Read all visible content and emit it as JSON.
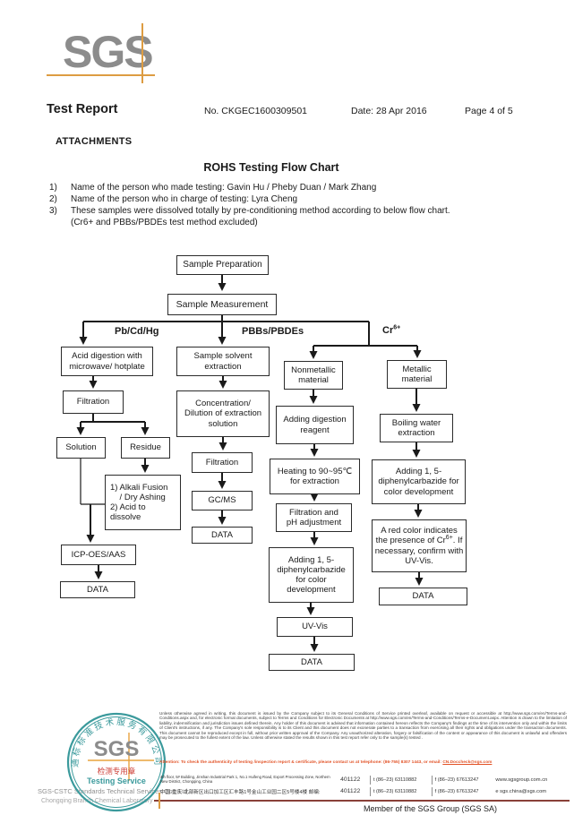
{
  "header": {
    "logo": "SGS",
    "title": "Test Report",
    "report_no": "No. CKGEC1600309501",
    "date": "Date: 28 Apr 2016",
    "page": "Page 4 of 5"
  },
  "attachments": {
    "heading": "ATTACHMENTS",
    "chart_title": "ROHS Testing Flow Chart",
    "notes": [
      {
        "num": "1)",
        "lines": [
          "Name of the person who made testing: Gavin Hu / Pheby Duan / Mark Zhang"
        ]
      },
      {
        "num": "2)",
        "lines": [
          "Name of the person who in charge of testing: Lyra Cheng"
        ]
      },
      {
        "num": "3)",
        "lines": [
          "These samples were dissolved totally by pre-conditioning method according to below flow chart.",
          "(Cr6+ and PBBs/PBDEs test method excluded)"
        ]
      }
    ]
  },
  "flowchart": {
    "branch_labels": {
      "left": "Pb/Cd/Hg",
      "middle": "PBBs/PBDEs",
      "right": "Cr",
      "right_sup": "6+"
    },
    "nodes": {
      "sample_prep": "Sample Preparation",
      "sample_meas": "Sample Measurement",
      "acid_digestion": "Acid digestion with\nmicrowave/ hotplate",
      "filtration": "Filtration",
      "solution": "Solution",
      "residue": "Residue",
      "alkali": "1) Alkali Fusion\n    / Dry Ashing\n2) Acid to\ndissolve",
      "icp": "ICP-OES/AAS",
      "data": "DATA",
      "solvent_ext": "Sample solvent\nextraction",
      "concentration": "Concentration/\nDilution of extraction\nsolution",
      "gcms": "GC/MS",
      "nonmetallic": "Nonmetallic\nmaterial",
      "adding_reagent": "Adding digestion\nreagent",
      "heating": "Heating to 90~95℃\nfor extraction",
      "filtration_ph": "Filtration and\npH adjustment",
      "adding_dip1": "Adding 1, 5-\ndiphenylcarbazide\nfor color\ndevelopment",
      "uvvis": "UV-Vis",
      "metallic": "Metallic\nmaterial",
      "boiling": "Boiling water\nextraction",
      "adding_dip2": "Adding 1, 5-\ndiphenylcarbazide for\ncolor development",
      "red_color_t1": "A red color indicates the presence of Cr",
      "red_color_sup": "6+",
      "red_color_t2": ". If necessary, confirm with UV-Vis."
    }
  },
  "footer": {
    "disclaimer": "Unless otherwise agreed in writing, this document is issued by the Company subject to its General Conditions of Service printed overleaf, available on request or accessible at http://www.sgs.com/en/Terms-and-Conditions.aspx and, for electronic format documents, subject to Terms and Conditions for Electronic Documents at http://www.sgs.com/en/Terms-and-Conditions/Terms-e-Document.aspx. Attention is drawn to the limitation of liability, indemnification and jurisdiction issues defined therein. Any holder of this document is advised that information contained hereon reflects the Company's findings at the time of its intervention only and within the limits of Client's instructions, if any. The Company's sole responsibility is to its Client and this document does not exonerate parties to a transaction from exercising all their rights and obligations under the transaction documents. This document cannot be reproduced except in full, without prior written approval of the Company. Any unauthorized alteration, forgery or falsification of the content or appearance of this document is unlawful and offenders may be prosecuted to the fullest extent of the law. Unless otherwise stated the results shown in this test report refer only to the sample(s) tested .",
    "attention_prefix": "Attention: To check the authenticity of testing /inspection report & certificate, please contact us at telephone: (86-755) 8307 1443, or email: ",
    "attention_email": "CN.Doccheck@sgs.com",
    "address_en": "4th floor, 5# Building, Jinshan Industrial Park 1, No.1 Huifeng Road, Export Processing Zone, Northern New District, Chongqing, China",
    "address_cn": "中国·重庆·北部新区出口加工区汇丰路1号金山工业园二区5号楼4楼 邮编:",
    "postcode": "401122",
    "tel": "t (86–23) 63110882",
    "fax": "f (86–23) 67613247",
    "web": "www.sgsgroup.com.cn",
    "email": "e  sgs.china@sgs.com",
    "member": "Member of the SGS Group (SGS SA)",
    "stamp": {
      "ring_text": "通标标准技术服务有限公司",
      "sgs": "SGS",
      "red_text": "检测专用章",
      "service_text": "Testing Service",
      "company_line1": "SGS-CSTC Standards Technical Services Co., Ltd.",
      "company_line2": "Chongqing Branch Chemical Laboratory"
    }
  }
}
